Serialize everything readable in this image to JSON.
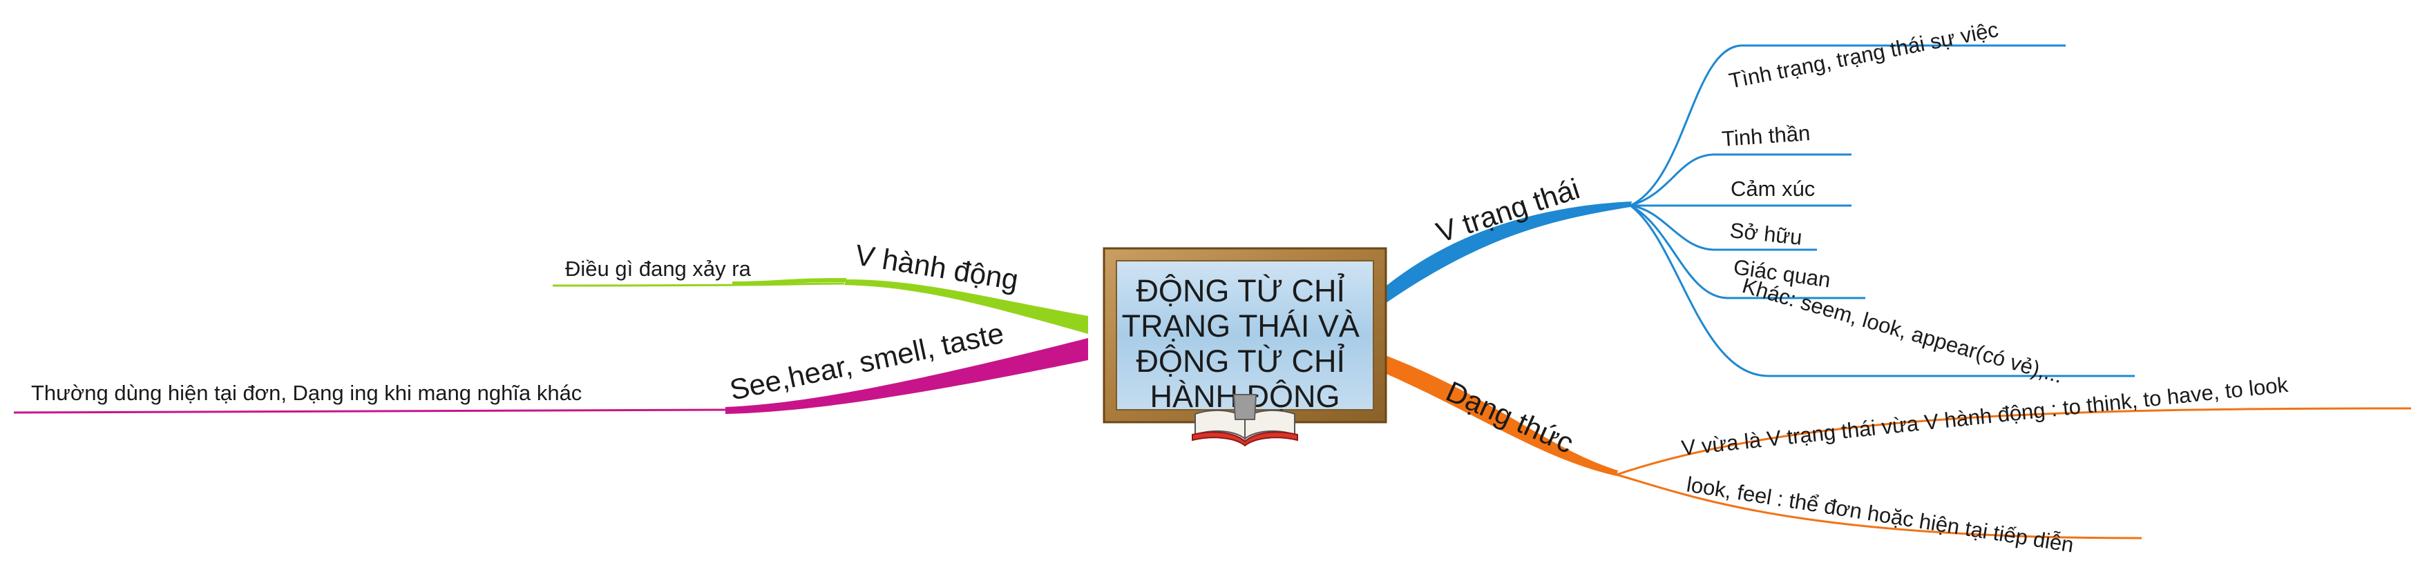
{
  "central": {
    "lines": [
      "ĐỘNG TỪ CHỈ",
      "TRẠNG THÁI VÀ",
      "ĐỘNG TỪ CHỈ",
      "HÀNH ĐỘNG"
    ],
    "icon": "book-icon"
  },
  "branches": {
    "v_trang_thai": {
      "label": "V trạng thái",
      "color": "#1e88d2",
      "leaves": [
        "Tình trạng, trạng thái sự việc",
        "Tinh thần",
        "Cảm xúc",
        "Sở hữu",
        "Giác quan",
        "Khác: seem, look, appear(có vẻ),..."
      ]
    },
    "dang_thuc": {
      "label": "Dạng thức",
      "color": "#f27314",
      "leaves": [
        "V vừa là V trạng thái vừa V hành động : to think, to have, to look",
        "look, feel : thể đơn hoặc hiện tại tiếp diễn"
      ]
    },
    "v_hanh_dong": {
      "label": "V hành động",
      "color": "#94d31c",
      "leaves": [
        "Điều gì đang xảy ra"
      ]
    },
    "see_hear": {
      "label": "See,hear, smell, taste",
      "color": "#c8148a",
      "leaves": [
        "Thường dùng hiện tại đơn, Dạng ing khi mang nghĩa khác"
      ]
    }
  }
}
